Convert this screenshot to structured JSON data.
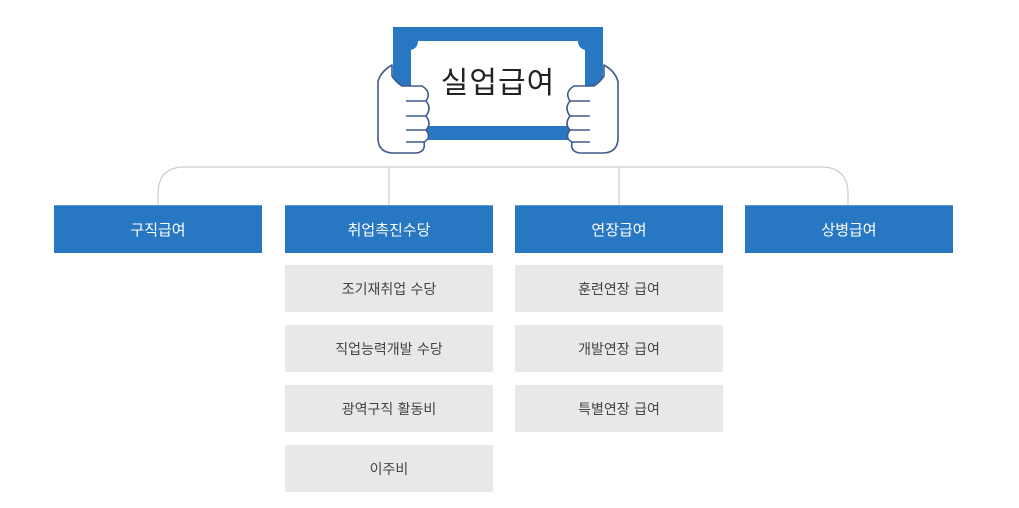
{
  "title": "실업급여",
  "colors": {
    "primary_blue": "#2877c2",
    "sub_bg": "#e8e8e8",
    "sub_text": "#444444",
    "connector": "#cccccc",
    "hand_outline": "#3f5a8a"
  },
  "categories": [
    {
      "label": "구직급여",
      "items": []
    },
    {
      "label": "취업촉진수당",
      "items": [
        {
          "label": "조기재취업 수당"
        },
        {
          "label": "직업능력개발 수당"
        },
        {
          "label": "광역구직 활동비"
        },
        {
          "label": "이주비"
        }
      ]
    },
    {
      "label": "연장급여",
      "items": [
        {
          "label": "훈련연장 급여"
        },
        {
          "label": "개발연장 급여"
        },
        {
          "label": "특별연장 급여"
        }
      ]
    },
    {
      "label": "상병급여",
      "items": []
    }
  ]
}
